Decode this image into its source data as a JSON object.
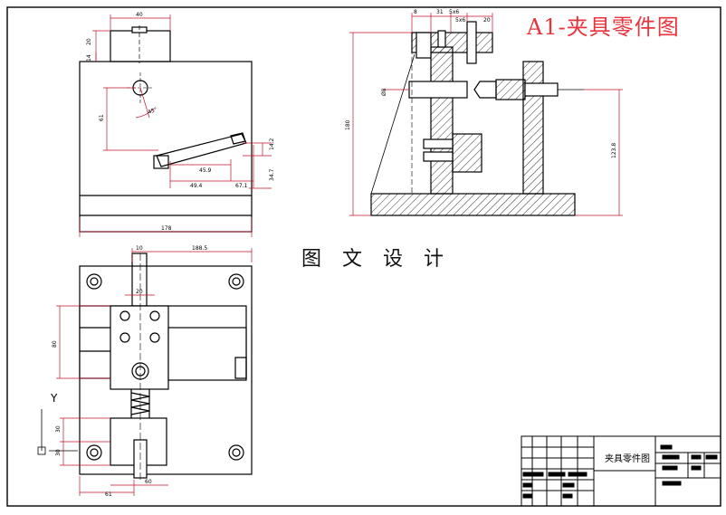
{
  "drawing": {
    "sheet_title": "A1-夹具零件图",
    "watermark_text": "图 文 设 计",
    "title_block_name": "夹具零件图",
    "colors": {
      "line": "#000000",
      "dimension": "#c0122a",
      "title": "#e8343a"
    }
  },
  "dimensions": {
    "front_top_width": "40",
    "front_top_h1": "20",
    "front_top_h2": "14",
    "front_left": "61",
    "front_angle": "45°",
    "front_d1": "45.9",
    "front_d2": "49.4",
    "front_d3": "67.1",
    "front_d4": "14.2",
    "front_d5": "34.7",
    "front_bottom": "178",
    "side_top_a": "8",
    "side_top_b": "31",
    "side_top_c": "5x6",
    "side_top_d": "5x6",
    "side_top_e": "20",
    "side_left_bore": "Ø8",
    "side_height": "180",
    "side_right_height": "123.8",
    "plan_top_a": "10",
    "plan_top_b": "188.5",
    "plan_inner": "20",
    "plan_left": "80",
    "plan_low_a": "30",
    "plan_low_b": "30",
    "plan_bottom_a": "61",
    "plan_bottom_b": "60"
  },
  "axis_label": "Y"
}
